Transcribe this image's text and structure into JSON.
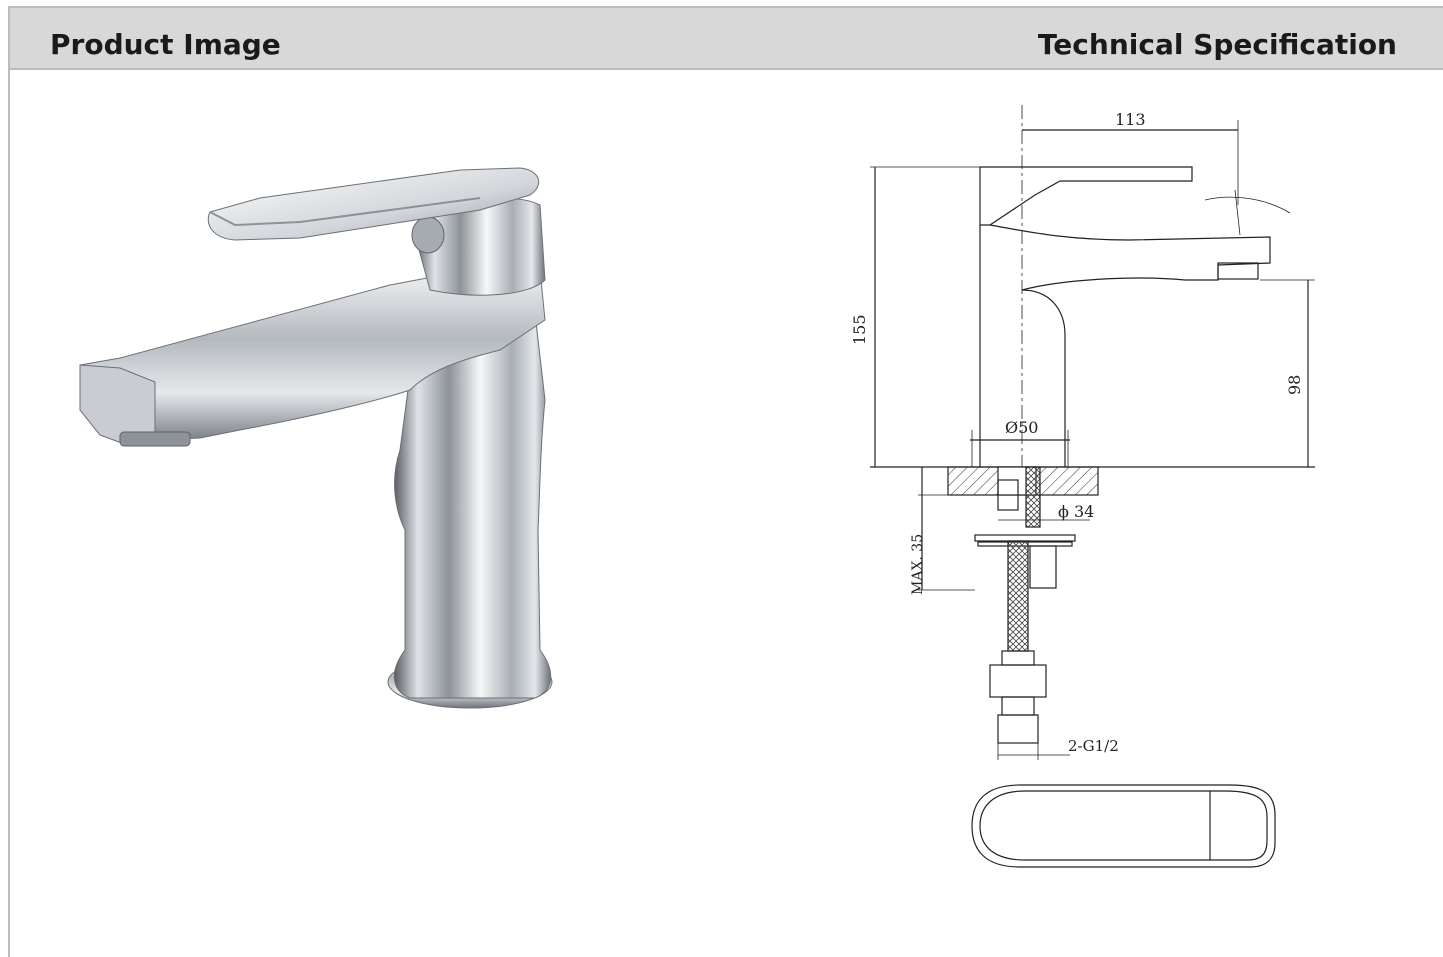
{
  "header": {
    "left_title": "Product Image",
    "right_title": "Technical Specification"
  },
  "product": {
    "alt": "chrome single-lever basin faucet"
  },
  "drawing": {
    "dim_113": "113",
    "dim_155": "155",
    "dim_98": "98",
    "dim_o50": "Ø50",
    "dim_phi34": "ϕ 34",
    "dim_max35": "MAX. 35",
    "dim_g12": "2-G1/2"
  }
}
